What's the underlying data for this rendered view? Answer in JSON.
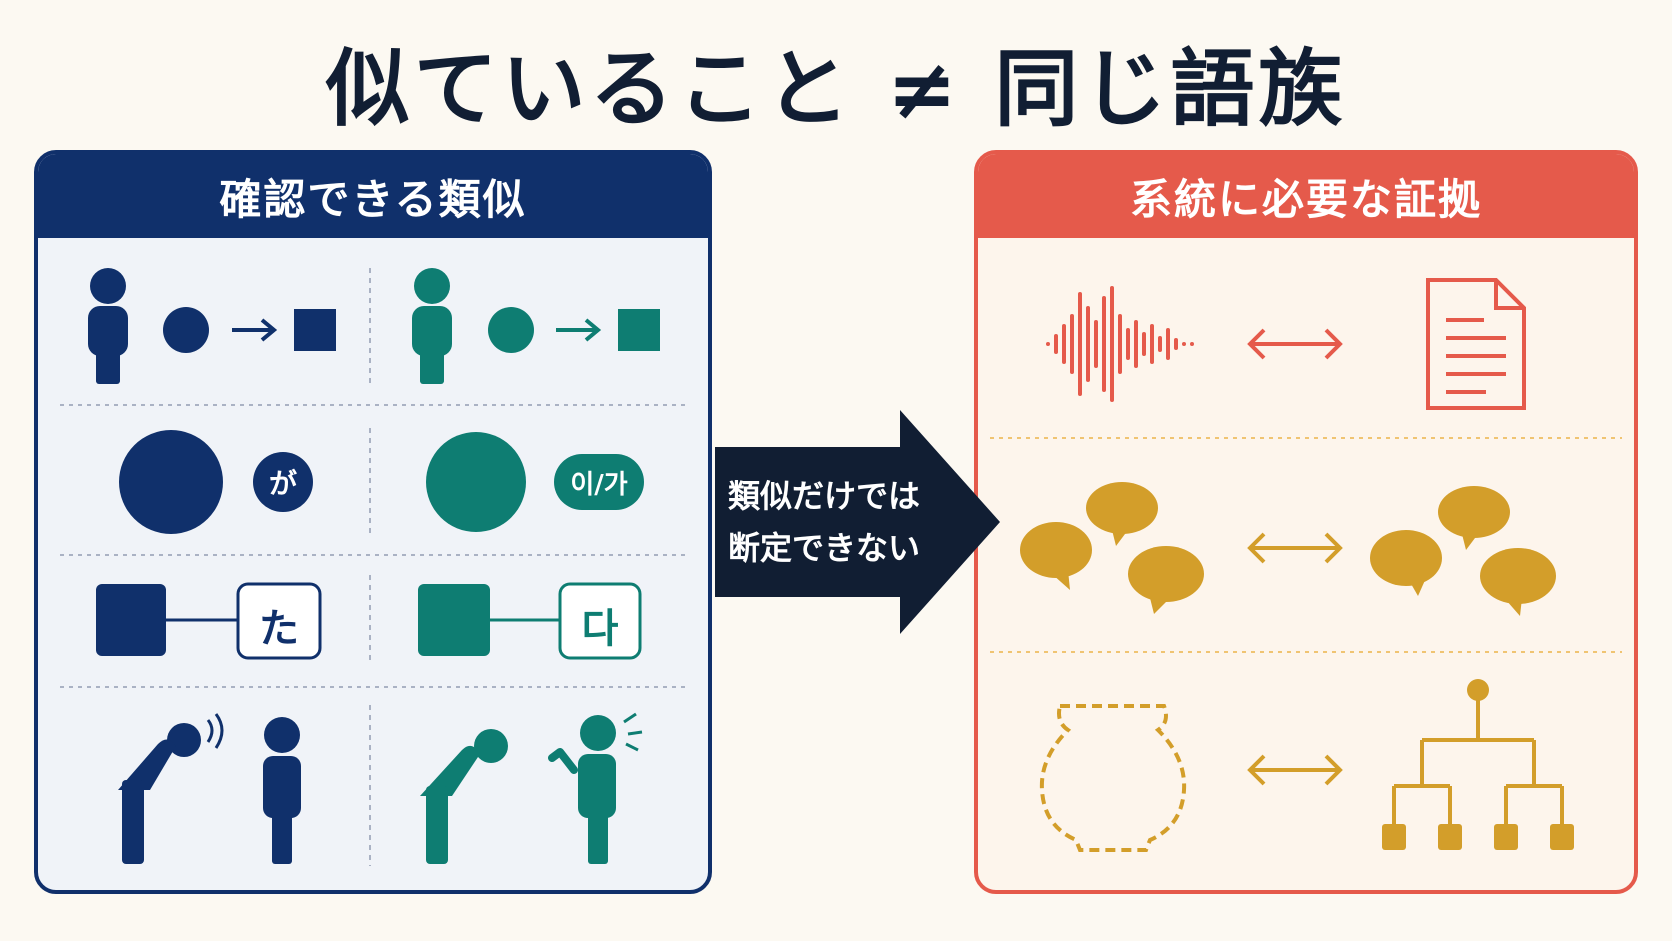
{
  "title": "似ていること ≠ 同じ語族",
  "left_panel": {
    "heading": "確認できる類似",
    "particle_ja": "が",
    "particle_ko": "이/가",
    "char_ja": "た",
    "char_ko": "다"
  },
  "right_panel": {
    "heading": "系統に必要な証拠"
  },
  "arrow": {
    "line1": "類似だけでは",
    "line2": "断定できない"
  },
  "colors": {
    "navy": "#10306b",
    "teal": "#0e7d72",
    "red": "#e55a4b",
    "gold": "#d39e2a",
    "dark": "#111e33"
  }
}
